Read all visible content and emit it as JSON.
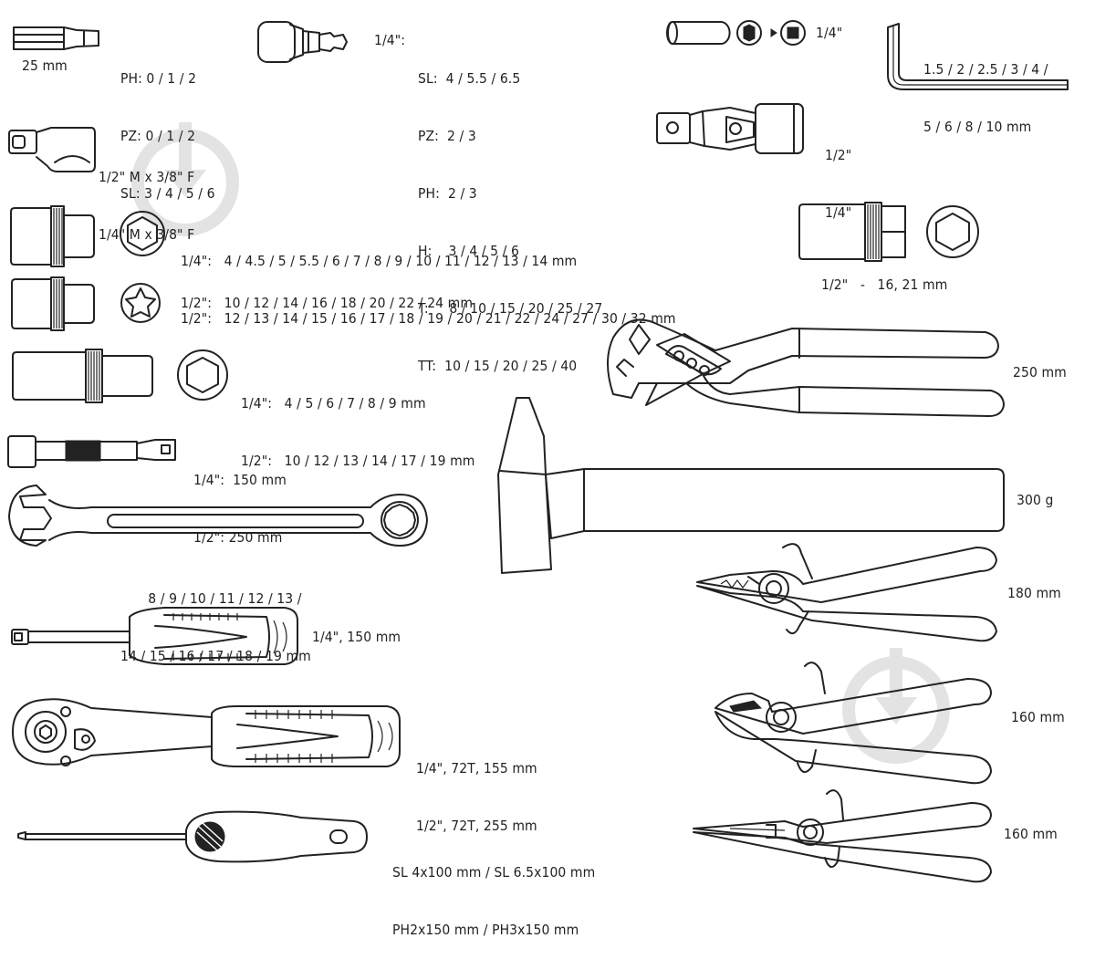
{
  "labels": {
    "bit_l1": "PH: 0 / 1 / 2",
    "bit_l2": "PZ: 0 / 1 / 2",
    "bit_l3": "SL: 3 / 4 / 5 / 6",
    "bit_size": "25 mm",
    "bitsock_prefix": "1/4\":",
    "bitsock_l1": "SL:  4 / 5.5 / 6.5",
    "bitsock_l2": "PZ:  2 / 3",
    "bitsock_l3": "PH:  2 / 3",
    "bitsock_l4": "H:    3 / 4 / 5 / 6",
    "bitsock_l5": "T:     8 / 10 / 15 / 20 / 25 / 27",
    "bitsock_l6": "TT:  10 / 15 / 20 / 25 / 40",
    "bitadapt": "1/4\"",
    "hexkey_l1": "1.5 / 2 / 2.5 / 3 / 4 /",
    "hexkey_l2": "5 / 6 / 8 / 10 mm",
    "adapter_l1": "1/2\" M x 3/8\" F",
    "adapter_l2": "1/4\" M x 3/8\" F",
    "ujoint_l1": "1/2\"",
    "ujoint_l2": "1/4\"",
    "hexsock_l1": "1/4\":   4 / 4.5 / 5 / 5.5 / 6 / 7 / 8 / 9 / 10 / 11 / 12 / 13 / 14 mm",
    "hexsock_l2": "1/2\":   12 / 13 / 14 / 15 / 16 / 17 / 18 / 19 / 20 / 21 / 22 / 24 / 27 / 30 / 32 mm",
    "spark": "1/2\"   -   16, 21 mm",
    "torxsock": "1/2\":   10 / 12 / 14 / 16 / 18 / 20 / 22 / 24 mm",
    "deep_l1": "1/4\":   4 / 5 / 6 / 7 / 8 / 9 mm",
    "deep_l2": "1/2\":   10 / 12 / 13 / 14 / 17 / 19 mm",
    "ext_l1": "1/4\":  150 mm",
    "ext_l2": "1/2\": 250 mm",
    "wrench_l1": "8 / 9 / 10 / 11 / 12 / 13 /",
    "wrench_l2": "14 / 15 / 16 / 17 / 18 / 19 mm",
    "spinner": "1/4\", 150 mm",
    "ratchet_l1": "1/4\", 72T, 155 mm",
    "ratchet_l2": "1/2\", 72T, 255 mm",
    "screw_l1": "SL 4x100 mm / SL 6.5x100 mm",
    "screw_l2": "PH2x150 mm / PH3x150 mm",
    "waterpump": "250 mm",
    "hammer": "300 g",
    "combo": "180 mm",
    "diag": "160 mm",
    "longnose": "160 mm"
  },
  "icons": {
    "bit": "screwdriver-bit-icon",
    "bit_socket": "bit-socket-icon",
    "bit_adapter": "bit-adapter-icon",
    "hex_key": "hex-key-icon",
    "adapter": "socket-adapter-icon",
    "ujoint": "universal-joint-icon",
    "hex_socket": "hex-socket-icon",
    "spark_socket": "spark-plug-socket-icon",
    "torx_socket": "torx-socket-icon",
    "deep_socket": "deep-socket-icon",
    "extension": "extension-bar-icon",
    "wrench": "combination-wrench-icon",
    "spinner": "spinner-handle-icon",
    "ratchet": "ratchet-icon",
    "screwdriver": "screwdriver-icon",
    "water_pump": "water-pump-pliers-icon",
    "hammer": "hammer-icon",
    "combo_pliers": "combination-pliers-icon",
    "diag_cutter": "diagonal-cutter-icon",
    "long_nose": "long-nose-pliers-icon",
    "watermark": "download-watermark-icon"
  },
  "colors": {
    "ink": "#222222",
    "watermark": "#e3e3e3",
    "background": "#ffffff"
  }
}
